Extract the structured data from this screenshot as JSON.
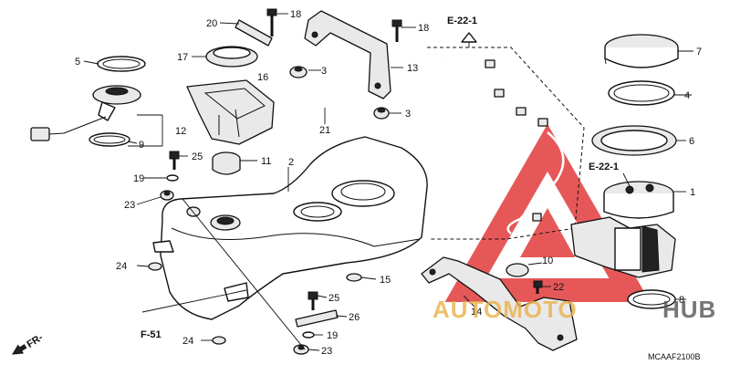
{
  "callouts": {
    "c1": "1",
    "c2": "2",
    "c3a": "3",
    "c3b": "3",
    "c4": "4",
    "c5": "5",
    "c6": "6",
    "c7": "7",
    "c8": "8",
    "c9": "9",
    "c10": "10",
    "c11": "11",
    "c12": "12",
    "c13": "13",
    "c14": "14",
    "c15": "15",
    "c16": "16",
    "c17": "17",
    "c18a": "18",
    "c18b": "18",
    "c19a": "19",
    "c19b": "19",
    "c20": "20",
    "c21": "21",
    "c22": "22",
    "c23a": "23",
    "c23b": "23",
    "c24a": "24",
    "c24b": "24",
    "c25a": "25",
    "c25b": "25",
    "c26": "26"
  },
  "references": {
    "e22_top": "E-22-1",
    "e22_mid": "E-22-1",
    "f51": "F-51",
    "fr": "FR-"
  },
  "diagram_code": "MCAAF2100B",
  "watermark": {
    "text_left": "AUTOMOTO",
    "text_right": "HUB",
    "color_left": "#e8b04a",
    "color_right": "#555555",
    "triangle_color": "#e23b3b"
  }
}
